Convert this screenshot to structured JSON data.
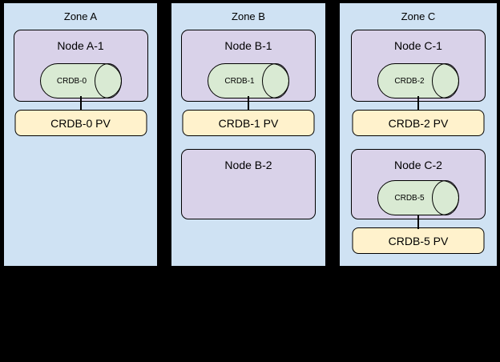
{
  "diagram": {
    "colors": {
      "canvas_bg": "#000000",
      "zone_fill": "#cfe2f3",
      "node_fill": "#d9d2e9",
      "cylinder_fill": "#d9ead3",
      "pv_fill": "#fff2cc",
      "border_color": "#000000"
    },
    "zones": [
      {
        "title": "Zone A",
        "nodes": [
          {
            "title": "Node A-1",
            "cylinder": "CRDB-0",
            "pv": "CRDB-0 PV"
          }
        ]
      },
      {
        "title": "Zone B",
        "nodes": [
          {
            "title": "Node B-1",
            "cylinder": "CRDB-1",
            "pv": "CRDB-1 PV"
          },
          {
            "title": "Node B-2"
          }
        ]
      },
      {
        "title": "Zone C",
        "nodes": [
          {
            "title": "Node C-1",
            "cylinder": "CRDB-2",
            "pv": "CRDB-2 PV"
          },
          {
            "title": "Node C-2",
            "cylinder": "CRDB-5",
            "pv": "CRDB-5 PV"
          }
        ]
      }
    ]
  }
}
